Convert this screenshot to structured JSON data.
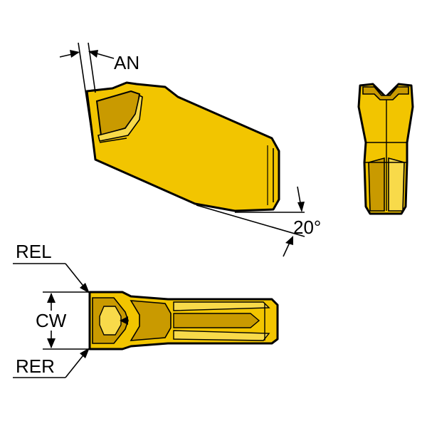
{
  "labels": {
    "an": "AN",
    "angle": "20°",
    "rel": "REL",
    "cw": "CW",
    "rer": "RER"
  },
  "colors": {
    "insert": "#F2C500",
    "insert_dark": "#C99A00",
    "insert_light": "#F8DA4A",
    "outline": "#000000"
  }
}
